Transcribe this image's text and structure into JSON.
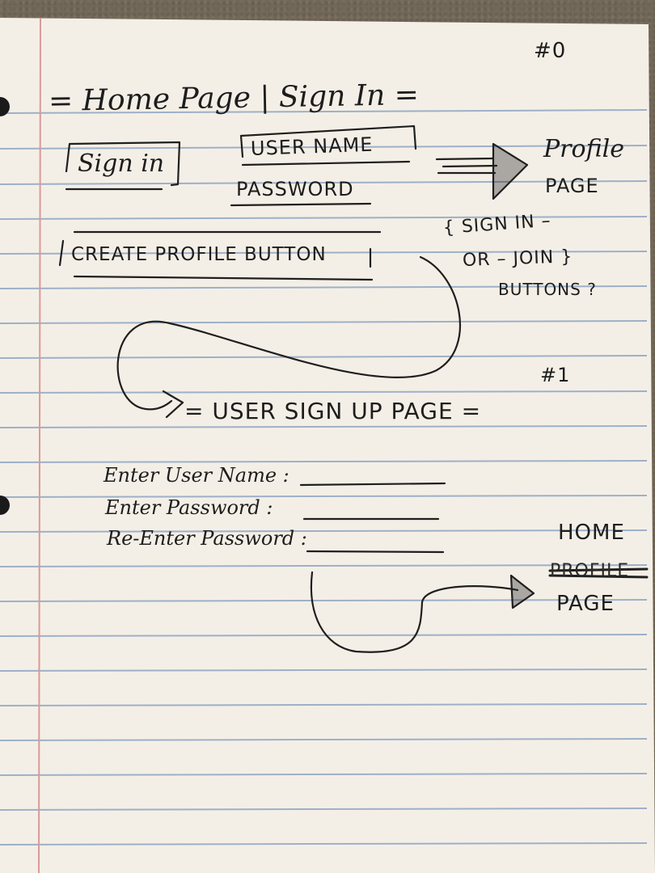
{
  "sketch": {
    "page_number_0": "#0",
    "home_title": "= Home Page | Sign In =",
    "sign_in_box": "Sign in",
    "user_name_field": "USER NAME",
    "password_field": "PASSWORD",
    "profile_page_label": "Profile",
    "profile_page_label_2": "PAGE",
    "create_profile_button": "CREATE PROFILE BUTTON",
    "sign_in_or_join_note_1": "{ SIGN IN –",
    "sign_in_or_join_note_2": "OR – JOIN }",
    "sign_in_or_join_note_3": "BUTTONS ?",
    "page_number_1": "#1",
    "signup_title": "= USER SIGN UP PAGE =",
    "enter_user_name": "Enter User Name :",
    "enter_password": "Enter Password :",
    "re_enter_password": "Re-Enter Password :",
    "home_label": "HOME",
    "crossed_out_label": "PROFILE",
    "page_label": "PAGE"
  }
}
